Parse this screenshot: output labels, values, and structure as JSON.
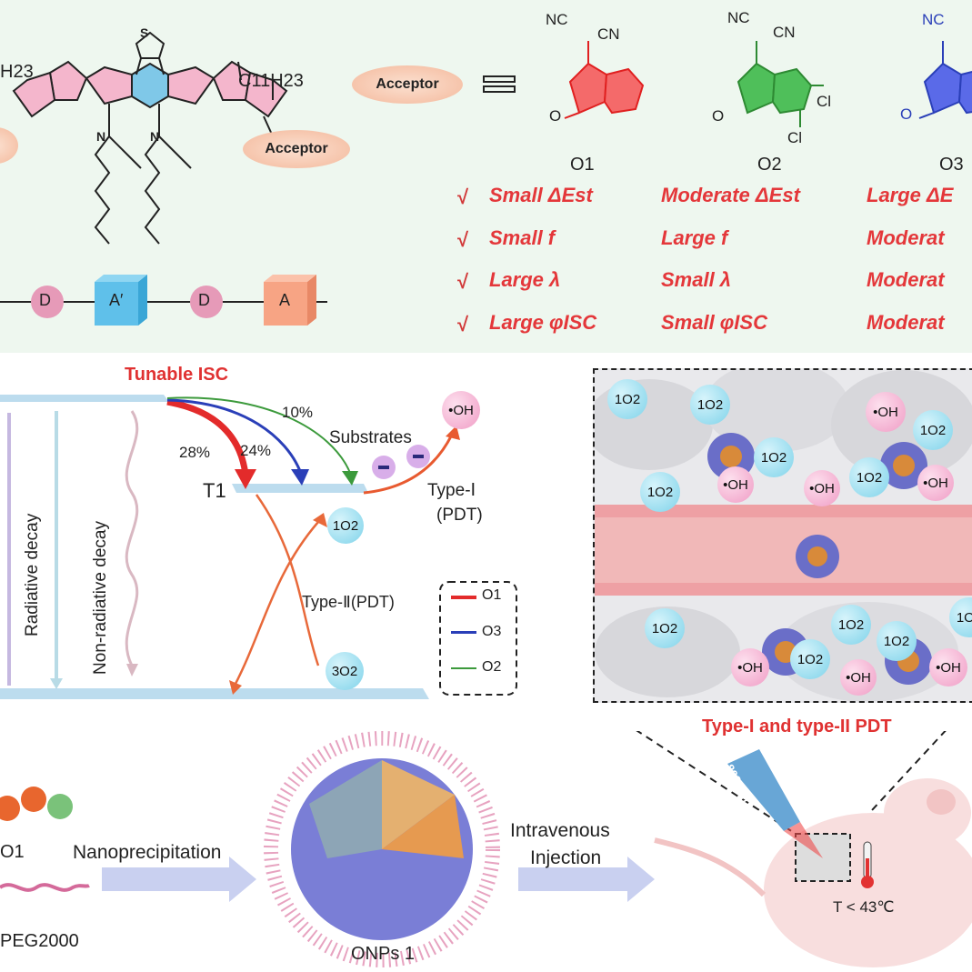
{
  "top": {
    "acceptor_label": "Acceptor",
    "acceptor_right_label": "Acceptor",
    "h23_left": "H23",
    "c11h23": "C11H23",
    "nc_left": "NC",
    "cn_left": "CN",
    "nc_mid": "NC",
    "cn_mid": "CN",
    "nc_right": "NC",
    "cl1": "Cl",
    "cl2": "Cl",
    "o_label": "O",
    "s_label": "S",
    "n_label": "N",
    "molecules": [
      "O1",
      "O2",
      "O3"
    ],
    "chain": {
      "d1": "D",
      "a_prime": "A′",
      "d2": "D",
      "a": "A"
    },
    "properties": {
      "o1": [
        "Small ΔEst",
        "Small f",
        "Large λ",
        "Large φISC"
      ],
      "o2": [
        "Moderate ΔEst",
        "Large f",
        "Small λ",
        "Small φISC"
      ],
      "o3": [
        "Large ΔE",
        "Moderat",
        "Moderat",
        "Moderat"
      ]
    },
    "check": "√"
  },
  "mid": {
    "tunable_isc": "Tunable ISC",
    "pct_10": "10%",
    "pct_28": "28%",
    "pct_24": "24%",
    "t1": "T1",
    "substrates": "Substrates",
    "oh": "•OH",
    "type1": "Type-Ⅰ",
    "type1_pdt": "(PDT)",
    "singlet_o2": "1O2",
    "triplet_o2": "3O2",
    "type2": "Type-Ⅱ(PDT)",
    "radiative": "Radiative decay",
    "nonradiative": "Non-radiative decay",
    "legend": [
      {
        "label": "O1",
        "color": "#e32b2b"
      },
      {
        "label": "O3",
        "color": "#2a3fb8"
      },
      {
        "label": "O2",
        "color": "#3c9a3c"
      }
    ],
    "pdt_title": "Type-I and type-II PDT",
    "inset_labels": [
      "1O2",
      "•OH",
      "1O2",
      "1O2",
      "•OH",
      "1O2",
      "1O2",
      "•OH",
      "1O2",
      "•OH",
      "1O2",
      "1O2",
      "1O2",
      "1O2",
      "•OH",
      "1O2",
      "•OH",
      "•OH"
    ]
  },
  "bottom": {
    "o1": "O1",
    "peg": "PEG2000",
    "nanoprecipitation": "Nanoprecipitation",
    "onps": "ONPs 1",
    "intravenous": "Intravenous",
    "injection": "Injection",
    "laser": "808 nm",
    "temp": "T < 43℃"
  }
}
